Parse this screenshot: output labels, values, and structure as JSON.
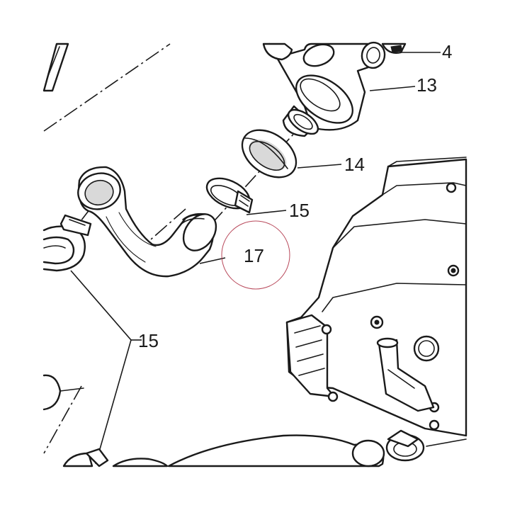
{
  "callouts": {
    "c4": "4",
    "c13": "13",
    "c14": "14",
    "c15_upper": "15",
    "c17": "17",
    "c15_lower": "15"
  },
  "highlight": {
    "target": "17",
    "color": "#b8485a"
  }
}
